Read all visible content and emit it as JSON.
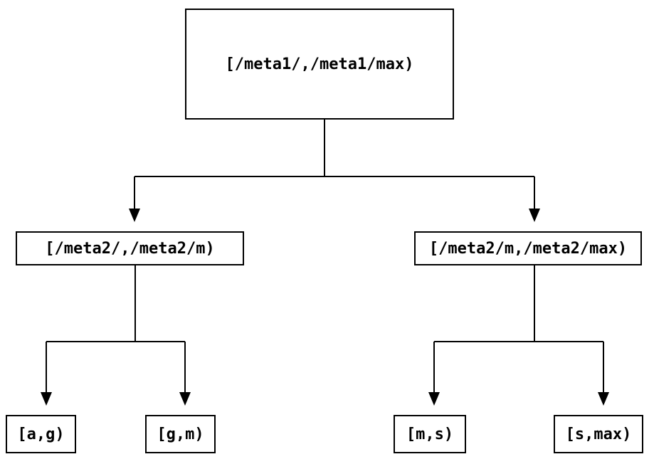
{
  "diagram": {
    "type": "tree",
    "colors": {
      "background": "#ffffff",
      "line": "#000000",
      "node_border": "#000000",
      "node_fill": "#ffffff",
      "text": "#000000"
    },
    "nodes": {
      "root": {
        "label": "[/meta1/,/meta1/max)"
      },
      "left": {
        "label": "[/meta2/,/meta2/m)"
      },
      "right": {
        "label": "[/meta2/m,/meta2/max)"
      },
      "leaf_ag": {
        "label": "[a,g)"
      },
      "leaf_gm": {
        "label": "[g,m)"
      },
      "leaf_ms": {
        "label": "[m,s)"
      },
      "leaf_smax": {
        "label": "[s,max)"
      }
    },
    "edges": [
      {
        "from": "root",
        "to": "left"
      },
      {
        "from": "root",
        "to": "right"
      },
      {
        "from": "left",
        "to": "leaf_ag"
      },
      {
        "from": "left",
        "to": "leaf_gm"
      },
      {
        "from": "right",
        "to": "leaf_ms"
      },
      {
        "from": "right",
        "to": "leaf_smax"
      }
    ]
  }
}
